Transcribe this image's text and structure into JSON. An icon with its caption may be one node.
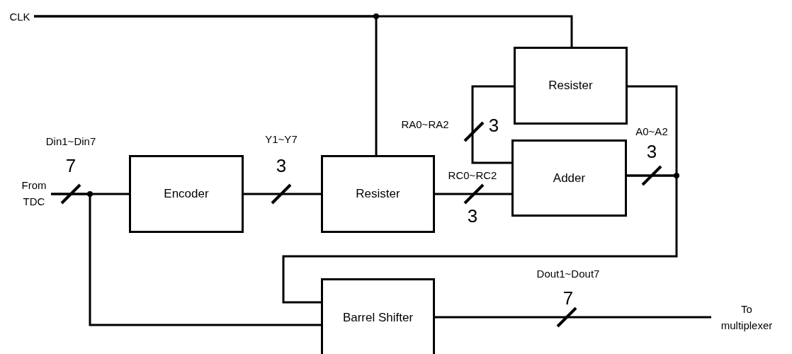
{
  "diagram": {
    "nodes": [
      {
        "text": [
          "CLK"
        ]
      },
      {
        "text": [
          "From TDC"
        ]
      },
      {
        "text": [
          "Encoder"
        ]
      },
      {
        "text": [
          "Resister"
        ]
      },
      {
        "text": [
          "Resister"
        ]
      },
      {
        "text": [
          "Adder"
        ]
      },
      {
        "text": [
          "Barrel Shifter"
        ]
      },
      {
        "text": [
          "To multiplexer"
        ]
      }
    ],
    "edges": [
      {
        "from": 0,
        "to": 3,
        "arrow": "none"
      },
      {
        "from": 0,
        "to": 4,
        "arrow": "none"
      },
      {
        "from": 1,
        "to": 2,
        "arrow": "none"
      },
      {
        "from": 1,
        "to": 6,
        "arrow": "none"
      },
      {
        "from": 2,
        "to": 3,
        "arrow": "none"
      },
      {
        "from": 3,
        "to": 5,
        "arrow": "none"
      },
      {
        "from": 4,
        "to": 5,
        "arrow": "none"
      },
      {
        "from": 5,
        "to": 4,
        "arrow": "none"
      },
      {
        "from": 5,
        "to": 6,
        "arrow": "none"
      },
      {
        "from": 6,
        "to": 7,
        "arrow": "none"
      }
    ],
    "labels": [
      "RA0~RA2",
      "3",
      "A0~A2",
      "3",
      "Din1~Din7",
      "7",
      "Y1~Y7",
      "3",
      "RC0~RC2",
      "3",
      "Dout1~Dout7",
      "7"
    ]
  }
}
